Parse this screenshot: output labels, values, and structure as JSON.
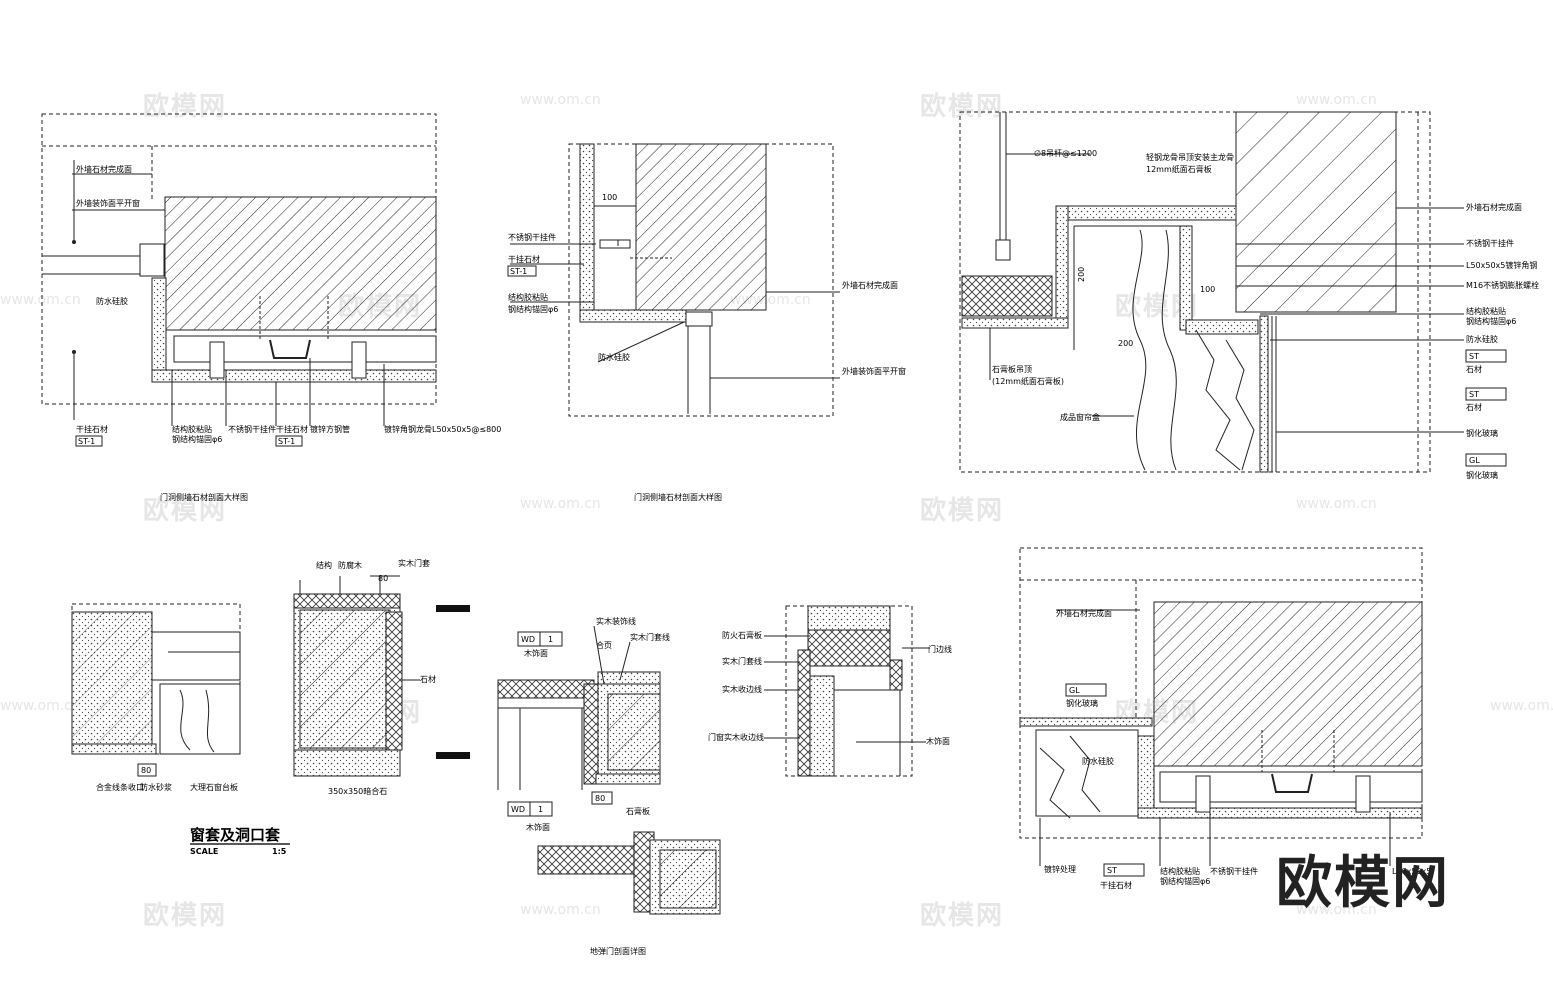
{
  "watermark": {
    "brand": "欧模网",
    "url": "www.om.cn",
    "big": "欧模网"
  },
  "panels": {
    "p1": {
      "title": "门洞侧墙石材剖面大样图",
      "labels": {
        "a": "外墙石材完成面",
        "b": "外墙装饰面平开窗",
        "c": "防水硅胶",
        "d": "结构胶粘贴",
        "d2": "钢结构锚固φ6",
        "e": "不锈钢干挂件",
        "f": "干挂石材",
        "g": "镀锌方钢管",
        "h": "镀锌角钢龙骨L50x50x5@≤800",
        "tag1": "ST-1",
        "tag2": "ST-1",
        "tag3": "干挂石材"
      }
    },
    "p2": {
      "title": "门洞侧墙石材剖面大样图",
      "labels": {
        "a": "不锈钢干挂件",
        "b": "干挂石材",
        "tag": "ST-1",
        "c": "结构胶粘贴",
        "c2": "钢结构锚固φ6",
        "d": "外墙石材完成面",
        "e": "防水硅胶",
        "f": "外墙装饰面平开窗",
        "dim": "100"
      }
    },
    "p3": {
      "labels": {
        "a": "∅8吊杆@≤1200",
        "b": "轻钢龙骨吊顶安装主龙骨",
        "b2": "12mm纸面石膏板",
        "c": "外墙石材完成面",
        "d": "不锈钢干挂件",
        "e": "L50x50x5镀锌角钢",
        "f": "M16不锈钢膨胀螺栓",
        "g": "结构胶粘贴",
        "g2": "钢结构锚固φ6",
        "h": "防水硅胶",
        "i": "石膏板吊顶",
        "i2": "(12mm纸面石膏板)",
        "j": "成品窗帘盒",
        "k": "石材",
        "l": "石材",
        "m": "钢化玻璃",
        "n": "钢化玻璃",
        "tag1": "ST",
        "tag2": "ST",
        "tag3": "GL",
        "dims": [
          "100",
          "200",
          "200"
        ]
      }
    },
    "p4": {
      "title": "窗套及洞口套",
      "scale": "SCALE",
      "scale_val": "1:5",
      "labels": {
        "a": "结构",
        "b": "防腐木",
        "c": "实木门套",
        "d": "80",
        "e": "石材",
        "f": "350x350暗合石",
        "g": "合金线条收口",
        "h": "防水砂浆",
        "i": "大理石窗台板",
        "j": "80"
      }
    },
    "p5": {
      "title": "地弹门剖面详图",
      "labels": {
        "a": "实木装饰线",
        "b": "合页",
        "c": "实木门套线",
        "d": "木饰面",
        "e": "80",
        "f": "石膏板",
        "g": "木饰面",
        "tag1": "WD",
        "tag2": "WD"
      }
    },
    "p6": {
      "labels": {
        "a": "防火石膏板",
        "b": "实木门套线",
        "c": "实木收边线",
        "d": "门窗实木收边线",
        "e": "门边线",
        "f": "木饰面"
      }
    },
    "p7": {
      "labels": {
        "a": "外墙石材完成面",
        "b": "钢化玻璃",
        "c": "防水硅胶",
        "d": "镀锌处理",
        "e": "干挂石材",
        "f": "结构胶粘贴",
        "f2": "钢结构锚固φ6",
        "g": "不锈钢干挂件",
        "h": "L50x50x5",
        "tag1": "GL",
        "tag2": "ST"
      }
    }
  }
}
